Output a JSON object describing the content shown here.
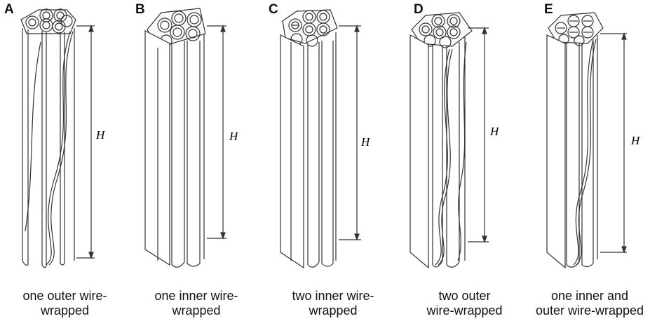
{
  "panels": [
    {
      "id": "A",
      "caption": [
        "one outer wire-",
        "wrapped"
      ],
      "dimension": "H"
    },
    {
      "id": "B",
      "caption": [
        "one inner wire-",
        "wrapped"
      ],
      "dimension": "H"
    },
    {
      "id": "C",
      "caption": [
        "two inner wire-",
        "wrapped"
      ],
      "dimension": "H"
    },
    {
      "id": "D",
      "caption": [
        "two outer",
        "wire-wrapped"
      ],
      "dimension": "H"
    },
    {
      "id": "E",
      "caption": [
        "one inner and",
        "outer wire-wrapped"
      ],
      "dimension": "H"
    }
  ]
}
